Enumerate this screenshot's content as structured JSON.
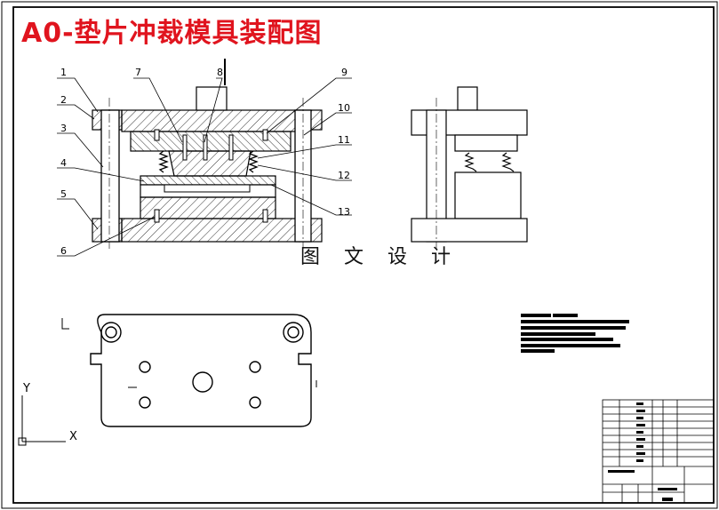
{
  "title": "A0-垫片冲裁模具装配图",
  "watermark": "图 文 设 计",
  "part_labels": [
    "1",
    "2",
    "3",
    "4",
    "5",
    "6",
    "7",
    "8",
    "9",
    "10",
    "11",
    "12",
    "13"
  ],
  "ucs": {
    "x_label": "X",
    "y_label": "Y"
  },
  "colors": {
    "title": "#e0141e",
    "line": "#000000",
    "center_line": "#000000"
  }
}
